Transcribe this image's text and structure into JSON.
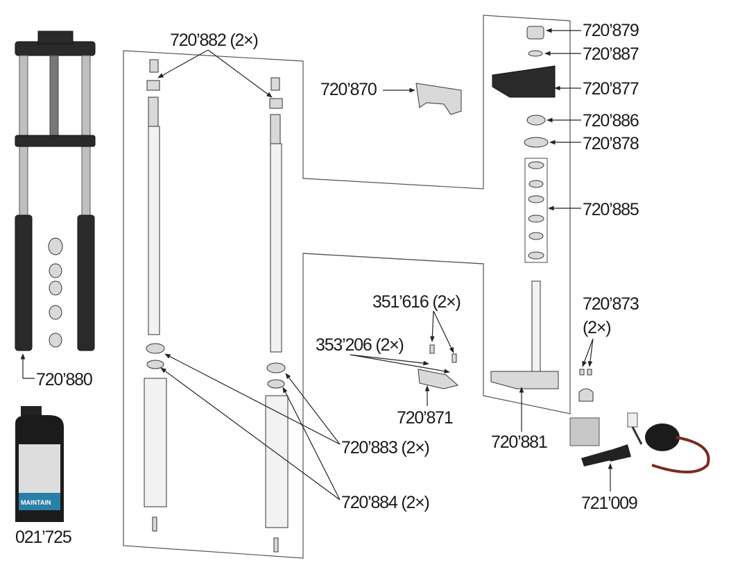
{
  "labels": {
    "p720882": "720’882 (2×)",
    "p720870": "720’870",
    "p720879": "720’879",
    "p720887": "720’887",
    "p720877": "720’877",
    "p720886": "720’886",
    "p720878": "720’878",
    "p720885": "720’885",
    "p720873": "720’873",
    "p720873_qty": "(2×)",
    "p351616": "351’616 (2×)",
    "p353206": "353’206 (2×)",
    "p720871": "720’871",
    "p720881": "720’881",
    "p720883": "720’883 (2×)",
    "p720884": "720’884 (2×)",
    "p720880": "720’880",
    "p021725": "021’725",
    "p721009": "721’009"
  },
  "oil_bottle_brand": "MAINTAIN"
}
